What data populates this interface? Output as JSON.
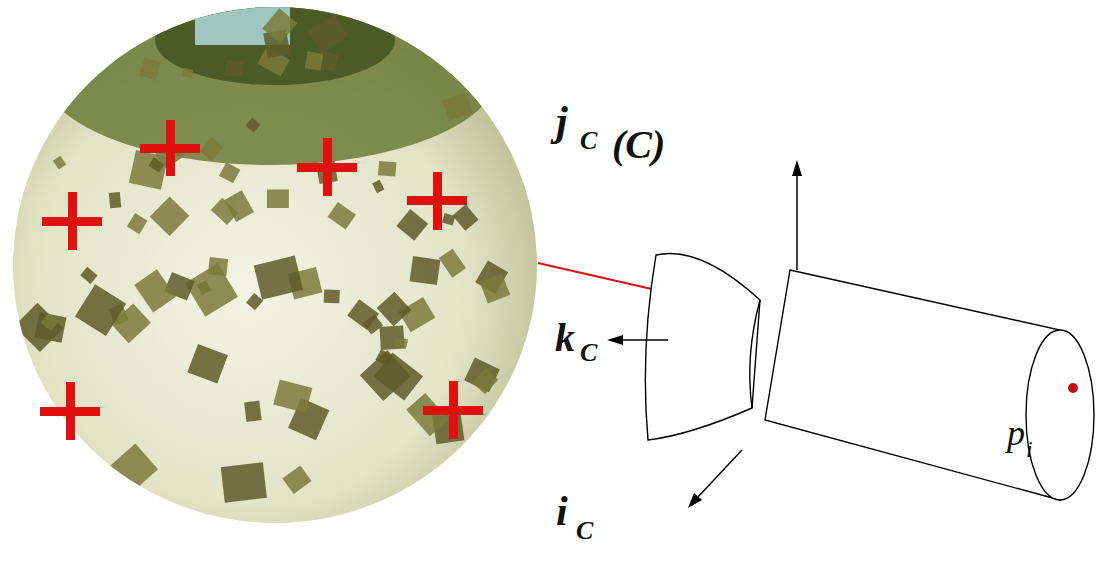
{
  "diagram": {
    "labels": [
      "j",
      "C",
      "(C)",
      "k",
      "C",
      "i",
      "C",
      "p",
      "i"
    ]
  }
}
